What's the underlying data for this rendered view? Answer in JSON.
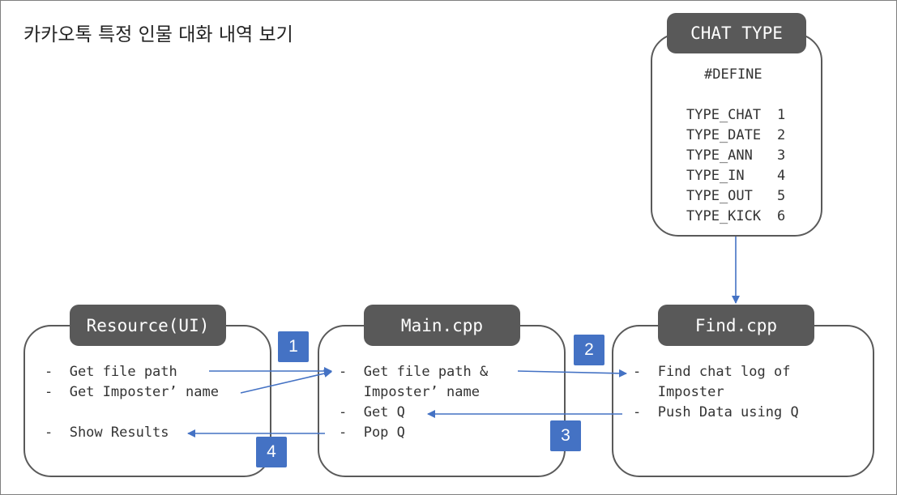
{
  "title": "카카오톡 특정 인물 대화 내역 보기",
  "accent_color": "#4472c4",
  "chat_type": {
    "tab": "CHAT TYPE",
    "define": "#DEFINE",
    "entries": [
      {
        "name": "TYPE_CHAT",
        "value": "1"
      },
      {
        "name": "TYPE_DATE",
        "value": "2"
      },
      {
        "name": "TYPE_ANN",
        "value": "3"
      },
      {
        "name": "TYPE_IN",
        "value": "4"
      },
      {
        "name": "TYPE_OUT",
        "value": "5"
      },
      {
        "name": "TYPE_KICK",
        "value": "6"
      }
    ]
  },
  "resource": {
    "tab": "Resource(UI)",
    "lines": [
      "-  Get file path",
      "-  Get Imposter’ name",
      "-  Show Results"
    ]
  },
  "main": {
    "tab": "Main.cpp",
    "lines": [
      "-  Get file path &",
      "   Imposter’ name",
      "-  Get Q",
      "-  Pop Q"
    ]
  },
  "find": {
    "tab": "Find.cpp",
    "lines": [
      "-  Find chat log of",
      "   Imposter",
      "-  Push Data using Q"
    ]
  },
  "steps": [
    "1",
    "2",
    "3",
    "4"
  ]
}
